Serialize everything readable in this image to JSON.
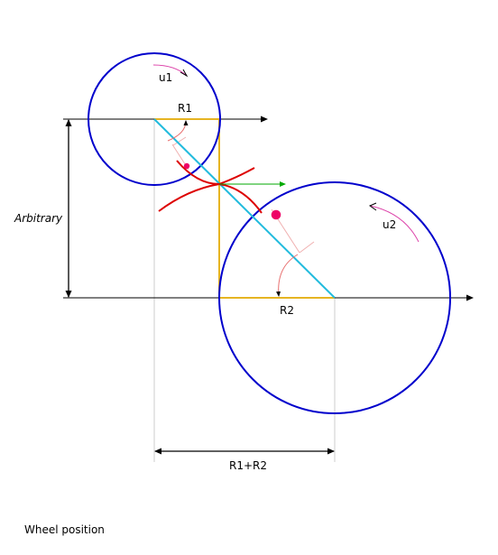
{
  "labels": {
    "u1": "u1",
    "u2": "u2",
    "r1": "R1",
    "r2": "R2",
    "arbitrary": "Arbitrary",
    "r1_plus_r2": "R1+R2",
    "caption": "Wheel position"
  },
  "colors": {
    "wheel": "#0000cc",
    "center_line": "#22bbdd",
    "radius_guides": "#e6b422",
    "contact_curves": "#dd0000",
    "velocity_arrow": "#00aa00",
    "rotation_arrows": "#dd44aa",
    "marker_dots": "#ee0066",
    "axes": "#000000",
    "guide_lines": "#cccccc"
  },
  "icons": {
    "rotation_u1": "curved-arrow-icon",
    "rotation_u2": "curved-arrow-icon"
  }
}
